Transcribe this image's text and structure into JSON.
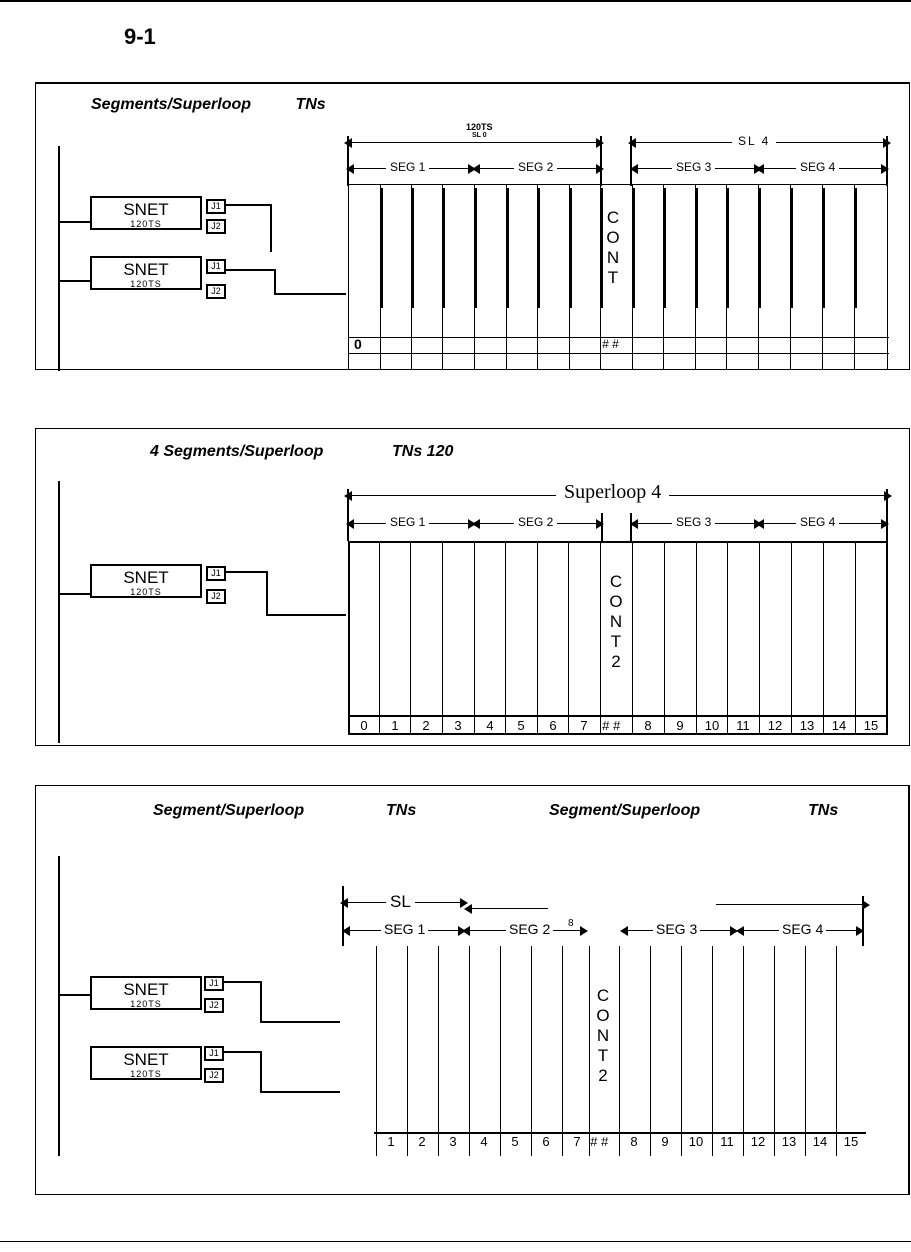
{
  "figure": {
    "number": "9-1"
  },
  "panel1": {
    "title": "Segments/Superloop TNs",
    "top_label_ts": "120TS",
    "top_label_sl": "SL 0",
    "sl_label": "SL 4",
    "seg_labels": [
      "SEG 1",
      "SEG 2",
      "SEG 3",
      "SEG 4"
    ],
    "snets": [
      {
        "name": "SNET",
        "sub": "120TS"
      },
      {
        "name": "SNET",
        "sub": "120TS"
      }
    ],
    "jacks": [
      "J1",
      "J2"
    ],
    "cont": [
      "C",
      "O",
      "N",
      "T"
    ],
    "slot_numbers": [
      "0",
      "",
      "",
      "",
      "",
      "",
      "",
      "",
      "",
      "",
      "",
      "",
      "",
      "",
      "",
      "",
      ""
    ],
    "hash": "# #"
  },
  "panel2": {
    "title_a": "4 Segments/Superloop",
    "title_b": "TNs 120",
    "superloop_label": "Superloop 4",
    "seg_labels": [
      "SEG 1",
      "SEG 2",
      "SEG 3",
      "SEG 4"
    ],
    "snet": {
      "name": "SNET",
      "sub": "120TS"
    },
    "jacks": [
      "J1",
      "J2"
    ],
    "cont": [
      "C",
      "O",
      "N",
      "T",
      "2"
    ],
    "slot_numbers": [
      "0",
      "1",
      "2",
      "3",
      "4",
      "5",
      "6",
      "7",
      "8",
      "9",
      "10",
      "11",
      "12",
      "13",
      "14",
      "15"
    ],
    "hash": "# #"
  },
  "panel3": {
    "title_a": "Segment/Superloop",
    "title_b": "TNs",
    "title_c": "Segment/Superloop",
    "title_d": "TNs",
    "sl_label": "SL",
    "seg_labels": [
      "SEG 1",
      "SEG 2",
      "SEG 3",
      "SEG 4"
    ],
    "seg2_suffix": "8",
    "snets": [
      {
        "name": "SNET",
        "sub": "120TS"
      },
      {
        "name": "SNET",
        "sub": "120TS"
      }
    ],
    "jacks": [
      "J1",
      "J2"
    ],
    "cont": [
      "C",
      "O",
      "N",
      "T",
      "2"
    ],
    "slot_numbers": [
      "1",
      "2",
      "3",
      "4",
      "5",
      "6",
      "7",
      "8",
      "9",
      "10",
      "11",
      "12",
      "13",
      "14",
      "15"
    ],
    "hash": "# #"
  }
}
